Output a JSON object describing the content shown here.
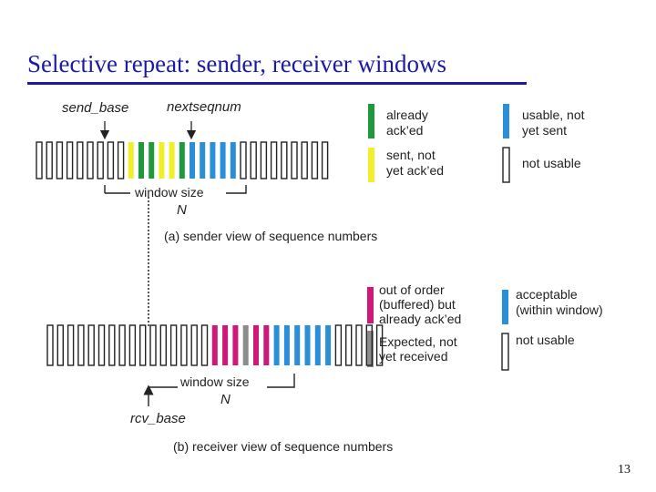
{
  "title": "Selective repeat: sender, receiver windows",
  "page_number": "13",
  "sender": {
    "send_base_label": "send_base",
    "nextseqnum_label": "nextseqnum",
    "window_label": "window size",
    "n_label": "N",
    "caption": "(a) sender view of sequence numbers",
    "slots": [
      "none",
      "none",
      "none",
      "none",
      "none",
      "none",
      "none",
      "none",
      "none",
      "yellow",
      "green",
      "green",
      "yellow",
      "yellow",
      "green",
      "blue",
      "blue",
      "blue",
      "blue",
      "blue",
      "none",
      "none",
      "none",
      "none",
      "none",
      "none",
      "none",
      "none",
      "none"
    ],
    "legend": {
      "already_acked_line1": "already",
      "already_acked_line2": "ack’ed",
      "sent_not_acked_line1": "sent, not",
      "sent_not_acked_line2": "yet ack’ed",
      "usable_line1": "usable, not",
      "usable_line2": "yet sent",
      "not_usable": "not usable"
    }
  },
  "receiver": {
    "rcv_base_label": "rcv_base",
    "window_label": "window size",
    "n_label": "N",
    "caption": "(b) receiver view of sequence numbers",
    "slots": [
      "none",
      "none",
      "none",
      "none",
      "none",
      "none",
      "none",
      "none",
      "none",
      "none",
      "none",
      "none",
      "none",
      "none",
      "none",
      "none",
      "magenta",
      "magenta",
      "magenta",
      "gray",
      "magenta",
      "magenta",
      "blue",
      "blue",
      "blue",
      "blue",
      "blue",
      "blue",
      "none",
      "none",
      "none",
      "none",
      "none"
    ],
    "legend": {
      "out_of_order_line1": "out of order",
      "out_of_order_line2": "(buffered) but",
      "out_of_order_line3": "already ack’ed",
      "expected_line1": "Expected, not",
      "expected_line2": "yet received",
      "acceptable_line1": "acceptable",
      "acceptable_line2": "(within window)",
      "not_usable": "not usable"
    }
  },
  "colors": {
    "title": "#1a1aa6",
    "green": "#1e9a3c",
    "yellow": "#f2ee2a",
    "blue": "#2a8fd6",
    "magenta": "#d0177a",
    "gray": "#8c8c8c",
    "outline": "#222222"
  }
}
